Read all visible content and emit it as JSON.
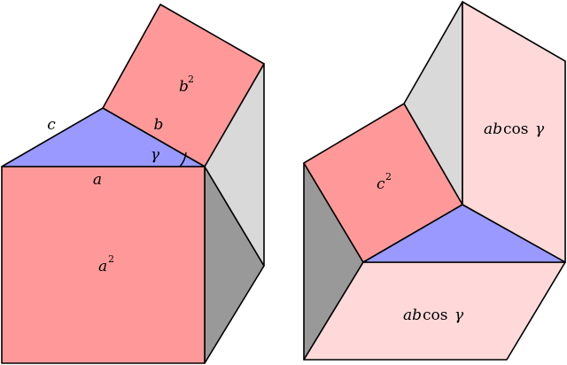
{
  "colors": {
    "square_red": "#ff9999",
    "triangle_blue": "#9999ff",
    "parallelogram_pink": "#ffd9d9",
    "side_light_gray": "#d9d9d9",
    "side_dark_gray": "#999999",
    "stroke": "#000000"
  },
  "left_figure": {
    "side_a": "a",
    "side_b": "b",
    "side_c": "c",
    "angle": "γ",
    "square_a": {
      "base": "a",
      "exp": "2"
    },
    "square_b": {
      "base": "b",
      "exp": "2"
    }
  },
  "right_figure": {
    "square_c": {
      "base": "c",
      "exp": "2"
    },
    "parallelogram_top": {
      "ab": "ab",
      "cos": "cos",
      "gamma": "γ"
    },
    "parallelogram_bottom": {
      "ab": "ab",
      "cos": "cos",
      "gamma": "γ"
    }
  }
}
